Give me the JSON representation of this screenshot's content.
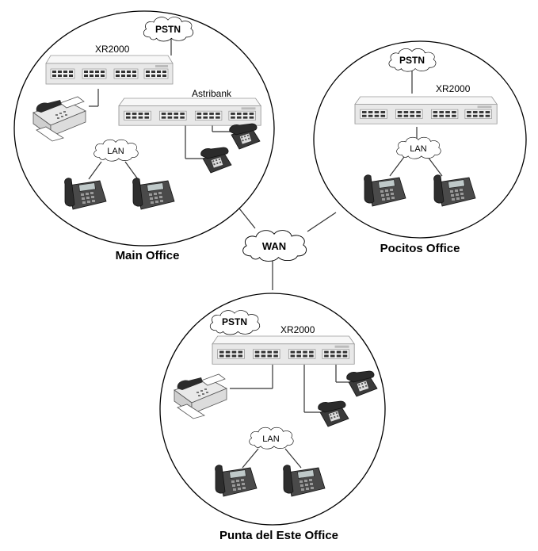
{
  "wan": {
    "label": "WAN"
  },
  "offices": {
    "main": {
      "label": "Main Office",
      "pstn": "PSTN",
      "switch": "XR2000",
      "astribank": "Astribank",
      "lan": "LAN"
    },
    "pocitos": {
      "label": "Pocitos Office",
      "pstn": "PSTN",
      "switch": "XR2000",
      "lan": "LAN"
    },
    "punta": {
      "label": "Punta del Este Office",
      "pstn": "PSTN",
      "switch": "XR2000",
      "lan": "LAN"
    }
  },
  "icons": {
    "network_switch": "network-switch-icon",
    "fax": "fax-machine-icon",
    "desk_phone": "desk-phone-icon",
    "ip_phone": "ip-phone-icon",
    "cloud": "cloud-icon"
  }
}
